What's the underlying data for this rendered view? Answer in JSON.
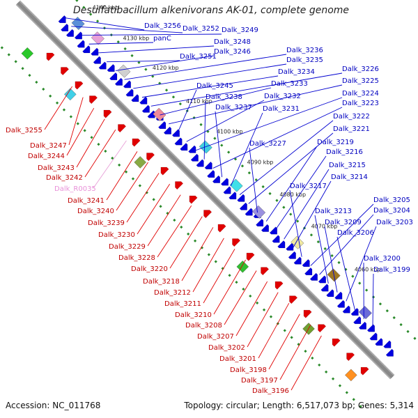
{
  "title": "Desulfatibacillum alkenivorans AK-01, complete genome",
  "accession": "Accession: NC_011768",
  "stats": "Topology: circular; Length: 6,517,073 bp; Genes: 5,314",
  "kbp_ticks": [
    "4140 kbp",
    "4130 kbp",
    "4120 kbp",
    "4110 kbp",
    "4100 kbp",
    "4090 kbp",
    "4080 kbp",
    "4070 kbp",
    "4060 kbp"
  ],
  "colors": {
    "backbone": "#888888",
    "plus_strand": "#0000e0",
    "minus_strand": "#e00000",
    "rna": "#e8a0d8",
    "dots": "#2a8a2a"
  },
  "labels_blue": [
    "Dalk_3256",
    "Dalk_3252",
    "Dalk_3249",
    "panC",
    "Dalk_3248",
    "Dalk_3251",
    "Dalk_3246",
    "Dalk_3236",
    "Dalk_3235",
    "Dalk_3234",
    "Dalk_3226",
    "Dalk_3233",
    "Dalk_3225",
    "Dalk_3245",
    "Dalk_3232",
    "Dalk_3224",
    "Dalk_3238",
    "Dalk_3223",
    "Dalk_3237",
    "Dalk_3231",
    "Dalk_3222",
    "Dalk_3221",
    "Dalk_3227",
    "Dalk_3219",
    "Dalk_3216",
    "Dalk_3215",
    "Dalk_3214",
    "Dalk_3217",
    "Dalk_3205",
    "Dalk_3204",
    "Dalk_3213",
    "Dalk_3209",
    "Dalk_3203",
    "Dalk_3206",
    "Dalk_3200",
    "Dalk_3199"
  ],
  "labels_red": [
    "Dalk_3255",
    "Dalk_3247",
    "Dalk_3244",
    "Dalk_3243",
    "Dalk_3242",
    "Dalk_R0035",
    "Dalk_3241",
    "Dalk_3240",
    "Dalk_3239",
    "Dalk_3230",
    "Dalk_3229",
    "Dalk_3228",
    "Dalk_3220",
    "Dalk_3218",
    "Dalk_3212",
    "Dalk_3211",
    "Dalk_3210",
    "Dalk_3208",
    "Dalk_3207",
    "Dalk_3202",
    "Dalk_3201",
    "Dalk_3198",
    "Dalk_3197",
    "Dalk_3196"
  ]
}
